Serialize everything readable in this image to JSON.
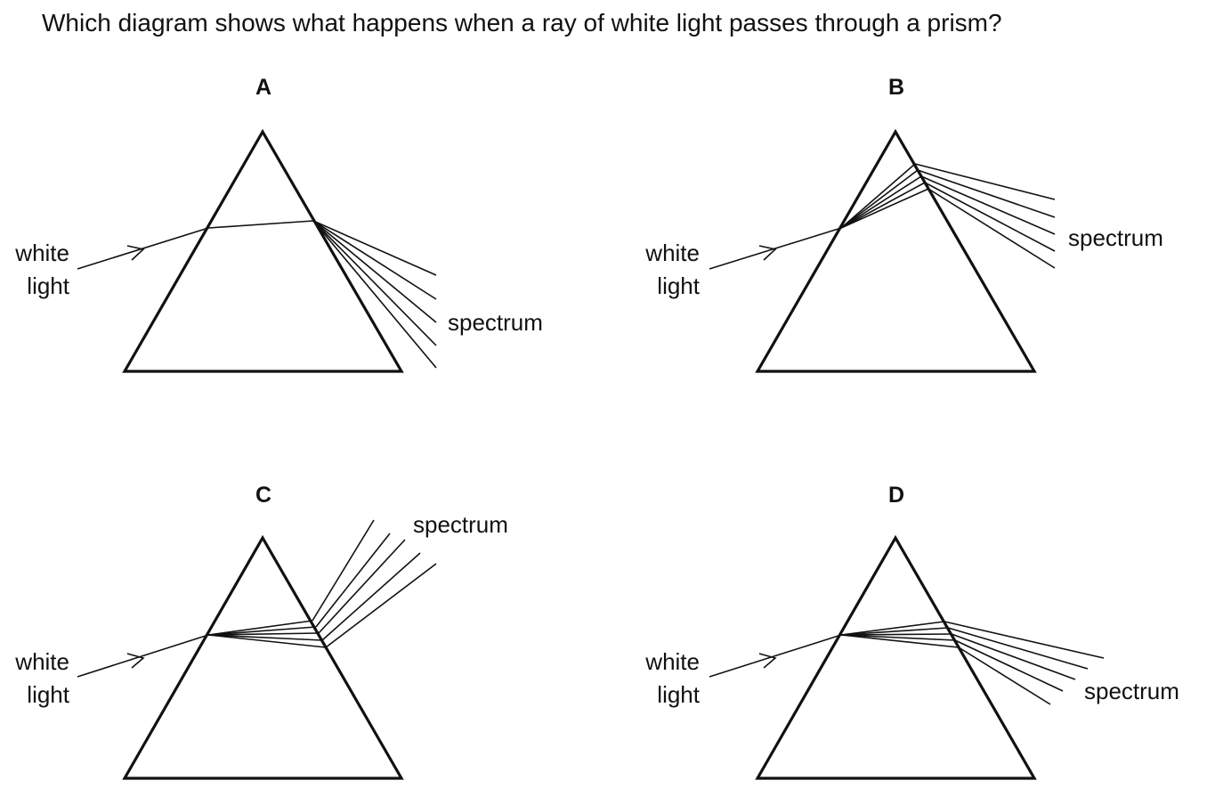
{
  "question": "Which diagram shows what happens when a ray of white light passes through a prism?",
  "options": [
    {
      "letter": "A",
      "white_light": [
        "white",
        "light"
      ],
      "spectrum": "spectrum"
    },
    {
      "letter": "B",
      "white_light": [
        "white",
        "light"
      ],
      "spectrum": "spectrum"
    },
    {
      "letter": "C",
      "white_light": [
        "white",
        "light"
      ],
      "spectrum": "spectrum"
    },
    {
      "letter": "D",
      "white_light": [
        "white",
        "light"
      ],
      "spectrum": "spectrum"
    }
  ]
}
